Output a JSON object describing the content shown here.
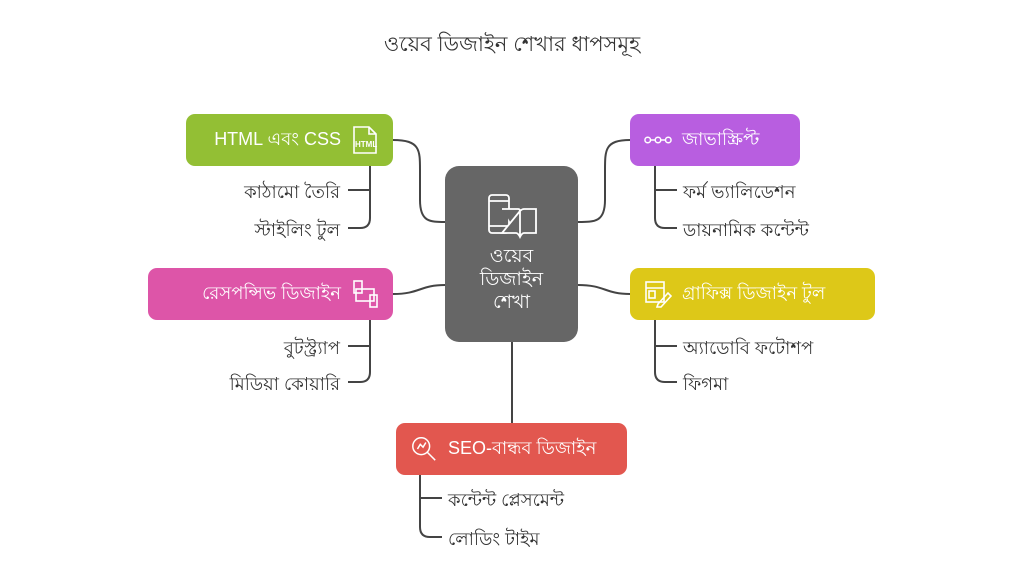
{
  "title": "ওয়েব ডিজাইন শেখার ধাপসমূহ",
  "center": {
    "line1": "ওয়েব",
    "line2": "ডিজাইন",
    "line3": "শেখা",
    "icon": "mobile-book-icon"
  },
  "branches": [
    {
      "label": "HTML এবং CSS",
      "color": "#93bf34",
      "icon": "html-file-icon",
      "children": [
        "কাঠামো তৈরি",
        "স্টাইলিং টুল"
      ]
    },
    {
      "label": "জাভাস্ক্রিপ্ট",
      "color": "#b85ee0",
      "icon": "dots-icon",
      "children": [
        "ফর্ম ভ্যালিডেশন",
        "ডায়নামিক কন্টেন্ট"
      ]
    },
    {
      "label": "রেসপন্সিভ ডিজাইন",
      "color": "#dd55a8",
      "icon": "devices-icon",
      "children": [
        "বুটস্ট্র্যাপ",
        "মিডিয়া কোয়ারি"
      ]
    },
    {
      "label": "গ্রাফিক্স ডিজাইন টুল",
      "color": "#ddc818",
      "icon": "design-pencil-icon",
      "children": [
        "অ্যাডোবি ফটোশপ",
        "ফিগমা"
      ]
    },
    {
      "label": "SEO-বান্ধব ডিজাইন",
      "color": "#e2574f",
      "icon": "seo-search-icon",
      "children": [
        "কন্টেন্ট প্লেসমেন্ট",
        "লোডিং টাইম"
      ]
    }
  ]
}
